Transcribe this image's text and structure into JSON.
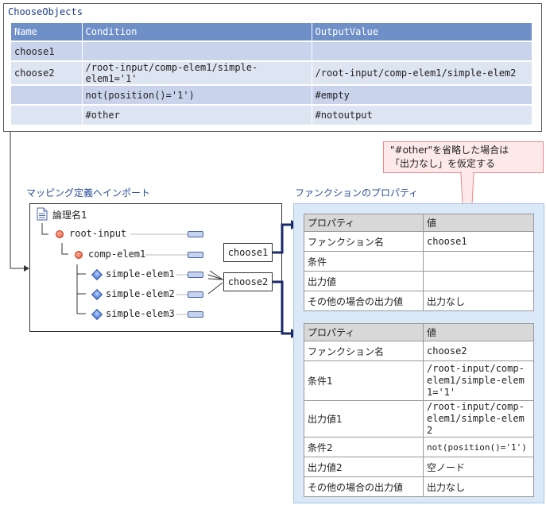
{
  "choose_objects": {
    "title": "ChooseObjects",
    "headers": [
      "Name",
      "Condition",
      "OutputValue"
    ],
    "rows": [
      [
        "choose1",
        "",
        ""
      ],
      [
        "choose2",
        "/root-input/comp-elem1/simple-elem1='1'",
        "/root-input/comp-elem1/simple-elem2"
      ],
      [
        "",
        "not(position()='1')",
        "#empty"
      ],
      [
        "",
        "#other",
        "#notoutput"
      ]
    ]
  },
  "callout": {
    "line1": "\"#other\"を省略した場合は",
    "line2": "「出力なし」を仮定する"
  },
  "mapping": {
    "label": "マッピング定義へインポート",
    "root_label": "論理名1",
    "nodes": [
      "root-input",
      "comp-elem1",
      "simple-elem1",
      "simple-elem2",
      "simple-elem3"
    ],
    "functions": [
      "choose1",
      "choose2"
    ]
  },
  "properties": {
    "label": "ファンクションのプロパティ",
    "table1": {
      "headers": [
        "プロパティ",
        "値"
      ],
      "rows": [
        [
          "ファンクション名",
          "choose1"
        ],
        [
          "条件",
          ""
        ],
        [
          "出力値",
          ""
        ],
        [
          "その他の場合の出力値",
          "出力なし"
        ]
      ]
    },
    "table2": {
      "headers": [
        "プロパティ",
        "値"
      ],
      "rows": [
        [
          "ファンクション名",
          "choose2"
        ],
        [
          "条件1",
          "/root-input/comp-elem1/simple-elem1='1'"
        ],
        [
          "出力値1",
          "/root-input/comp-elem1/simple-elem2"
        ],
        [
          "条件2",
          "not(position()='1')"
        ],
        [
          "出力値2",
          "空ノード"
        ],
        [
          "その他の場合の出力値",
          "出力なし"
        ]
      ]
    }
  },
  "colors": {
    "header_blue": "#6f8fc8",
    "row_light": "#dde4f2",
    "row_alt": "#c9d3ec",
    "arrow_navy": "#1a2a6a",
    "callout_bg": "#fde9ea",
    "panel_bg": "#dbe8f8"
  }
}
